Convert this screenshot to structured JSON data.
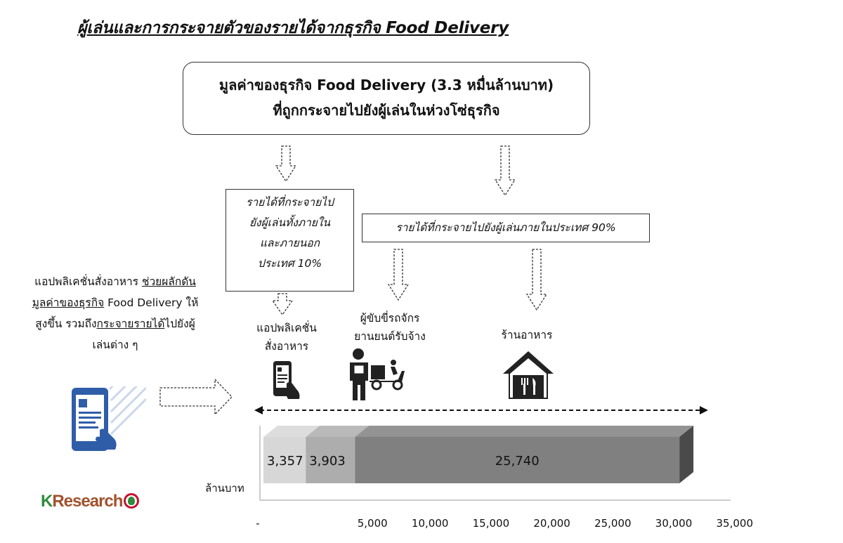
{
  "title": "ผู้เล่นและการกระจายตัวของรายได้จากธุรกิจ Food Delivery",
  "top_box": {
    "line1": "มูลค่าของธุรกิจ Food Delivery (3.3 หมื่นล้านบาท)",
    "line2": "ที่ถูกกระจายไปยังผู้เล่นในห่วงโซ่ธุรกิจ"
  },
  "box_10": {
    "line1": "รายได้ที่กระจายไป",
    "line2": "ยังผู้เล่นทั้งภายใน",
    "line3": "และภายนอก",
    "line4": "ประเทศ 10%"
  },
  "box_90": "รายได้ที่กระจายไปยังผู้เล่นภายในประเทศ 90%",
  "left_text": {
    "l1a": "แอปพลิเคชั่นสั่งอาหาร ",
    "l1b": "ช่วยผลักดัน",
    "l2a": "มูลค่าของธุรกิจ",
    "l2b": " Food Delivery ให้",
    "l3a": "สูงขึ้น รวมถึง",
    "l3b": "กระจายรายได้",
    "l3c": "ไปยังผู้",
    "l4": "เล่นต่าง ๆ"
  },
  "players": {
    "app": {
      "line1": "แอปพลิเคชั่น",
      "line2": "สั่งอาหาร"
    },
    "rider": {
      "line1": "ผู้ขับขี่รถจักร",
      "line2": "ยานยนต์รับจ้าง"
    },
    "restaurant": "ร้านอาหาร"
  },
  "icons": {
    "app": "phone-tap-icon",
    "rider": "delivery-rider-icon",
    "restaurant": "restaurant-icon",
    "left": "mobile-app-icon"
  },
  "logo": {
    "k": "K",
    "rest": "Research"
  },
  "chart_data": {
    "type": "bar",
    "orientation": "horizontal",
    "stacked": true,
    "categories": [
      ""
    ],
    "series": [
      {
        "values": [
          3357
        ],
        "color": "#d7d7d7"
      },
      {
        "values": [
          3903
        ],
        "color": "#adadad"
      },
      {
        "values": [
          25740
        ],
        "color": "#808080"
      }
    ],
    "data_labels": [
      "3,357",
      "3,903",
      "25,740"
    ],
    "ylabel": "ล้านบาท",
    "xlim": [
      0,
      35000
    ],
    "xticks": [
      "-",
      "5,000",
      "10,000",
      "15,000",
      "20,000",
      "25,000",
      "30,000",
      "35,000"
    ],
    "grid": false
  }
}
